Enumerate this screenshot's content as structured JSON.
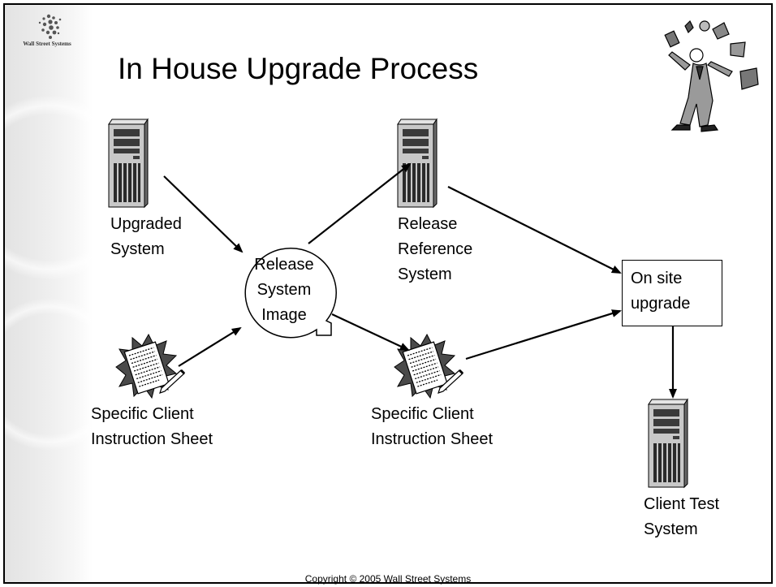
{
  "slide": {
    "title": "In House Upgrade Process",
    "logo_text": "Wall Street Systems",
    "footer": "Copyright © 2005 Wall Street Systems"
  },
  "nodes": {
    "upgraded": {
      "line1": "Upgraded",
      "line2": "System"
    },
    "instruction_left": {
      "line1": "Specific Client",
      "line2": "Instruction Sheet"
    },
    "release_image": {
      "line1": "Release",
      "line2": "System",
      "line3": "Image"
    },
    "release_reference": {
      "line1": "Release",
      "line2": "Reference",
      "line3": "System"
    },
    "instruction_middle": {
      "line1": "Specific Client",
      "line2": "Instruction Sheet"
    },
    "onsite": {
      "line1": "On site",
      "line2": "upgrade"
    },
    "client_test": {
      "line1": "Client Test",
      "line2": "System"
    }
  },
  "icons": {
    "server": "server-tower-icon",
    "document": "instruction-sheet-icon",
    "juggler": "juggling-businessman-clipart",
    "logo": "wall-street-systems-logo"
  },
  "colors": {
    "line": "#000000",
    "server_body": "#c8c8c8",
    "server_dark": "#3a3a3a",
    "burst": "#4a4a4a"
  }
}
